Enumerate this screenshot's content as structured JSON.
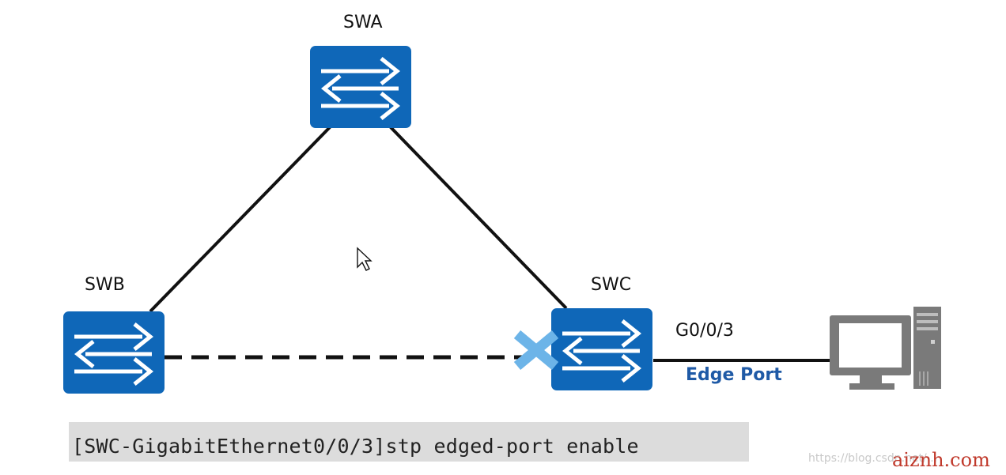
{
  "nodes": {
    "swa": {
      "label": "SWA"
    },
    "swb": {
      "label": "SWB"
    },
    "swc": {
      "label": "SWC"
    }
  },
  "port": {
    "name": "G0/0/3",
    "role": "Edge Port"
  },
  "command": "[SWC-GigabitEthernet0/0/3]stp edged-port enable",
  "watermark": {
    "url": "https://blog.csdn.net/...",
    "brand": "aiznh.com"
  },
  "colors": {
    "switch_fill": "#0f67b8",
    "blocked_marker": "#6cb4e8",
    "edge_label": "#1f5aa6",
    "link": "#111111"
  },
  "icons": {
    "switch": "switch-icon",
    "pc": "pc-icon",
    "block": "blocked-port-icon",
    "cursor": "mouse-cursor-icon"
  }
}
